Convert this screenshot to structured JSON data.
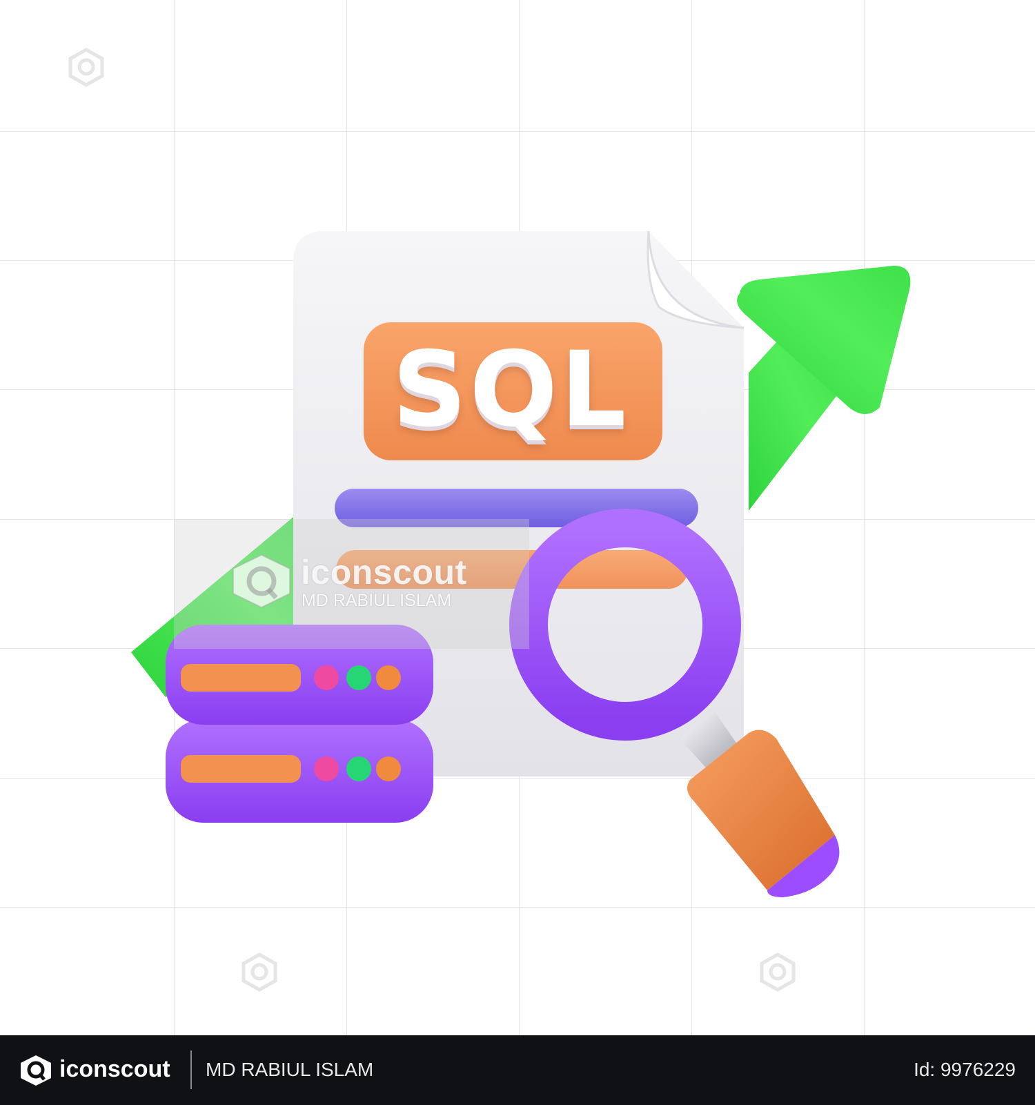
{
  "illustration": {
    "file_label": "SQL",
    "icons": [
      "sql-file-icon",
      "growth-arrow-icon",
      "database-icon",
      "magnifier-icon"
    ]
  },
  "watermark": {
    "brand": "iconscout",
    "author": "MD RABIUL ISLAM"
  },
  "footer": {
    "brand": "iconscout",
    "author": "MD RABIUL ISLAM",
    "id_text": "Id: 9976229"
  },
  "colors": {
    "arrow_green": "#3ee04c",
    "sql_orange": "#f4955a",
    "purple": "#9b4dff",
    "page_grey": "#ececef",
    "footer_bg": "#101114"
  }
}
